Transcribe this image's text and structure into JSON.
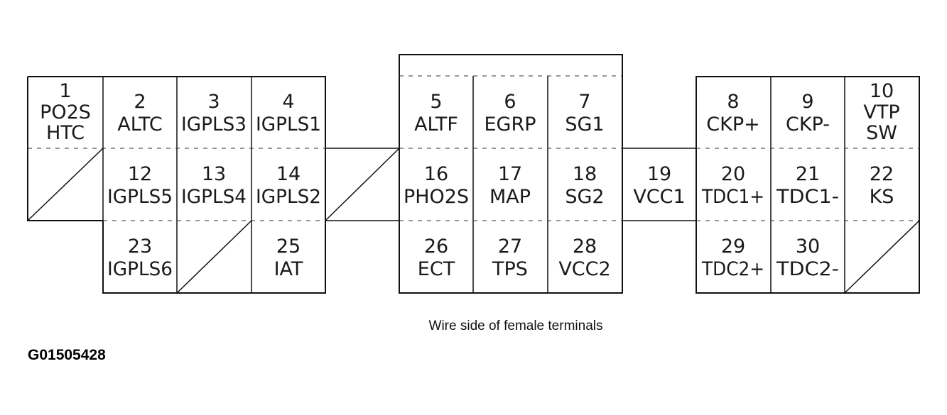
{
  "terminals": {
    "t1": {
      "num": "1",
      "lines": [
        "PO2S",
        "HTC"
      ]
    },
    "t2": {
      "num": "2",
      "lines": [
        "ALTC"
      ]
    },
    "t3": {
      "num": "3",
      "lines": [
        "IGPLS3"
      ]
    },
    "t4": {
      "num": "4",
      "lines": [
        "IGPLS1"
      ]
    },
    "t5": {
      "num": "5",
      "lines": [
        "ALTF"
      ]
    },
    "t6": {
      "num": "6",
      "lines": [
        "EGRP"
      ]
    },
    "t7": {
      "num": "7",
      "lines": [
        "SG1"
      ]
    },
    "t8": {
      "num": "8",
      "lines": [
        "CKP+"
      ]
    },
    "t9": {
      "num": "9",
      "lines": [
        "CKP-"
      ]
    },
    "t10": {
      "num": "10",
      "lines": [
        "VTP",
        "SW"
      ]
    },
    "t12": {
      "num": "12",
      "lines": [
        "IGPLS5"
      ]
    },
    "t13": {
      "num": "13",
      "lines": [
        "IGPLS4"
      ]
    },
    "t14": {
      "num": "14",
      "lines": [
        "IGPLS2"
      ]
    },
    "t16": {
      "num": "16",
      "lines": [
        "PHO2S"
      ]
    },
    "t17": {
      "num": "17",
      "lines": [
        "MAP"
      ]
    },
    "t18": {
      "num": "18",
      "lines": [
        "SG2"
      ]
    },
    "t19": {
      "num": "19",
      "lines": [
        "VCC1"
      ]
    },
    "t20": {
      "num": "20",
      "lines": [
        "TDC1+"
      ]
    },
    "t21": {
      "num": "21",
      "lines": [
        "TDC1-"
      ]
    },
    "t22": {
      "num": "22",
      "lines": [
        "KS"
      ]
    },
    "t23": {
      "num": "23",
      "lines": [
        "IGPLS6"
      ]
    },
    "t25": {
      "num": "25",
      "lines": [
        "IAT"
      ]
    },
    "t26": {
      "num": "26",
      "lines": [
        "ECT"
      ]
    },
    "t27": {
      "num": "27",
      "lines": [
        "TPS"
      ]
    },
    "t28": {
      "num": "28",
      "lines": [
        "VCC2"
      ]
    },
    "t29": {
      "num": "29",
      "lines": [
        "TDC2+"
      ]
    },
    "t30": {
      "num": "30",
      "lines": [
        "TDC2-"
      ]
    }
  },
  "caption": "Wire side of female terminals",
  "figure_id": "G01505428"
}
